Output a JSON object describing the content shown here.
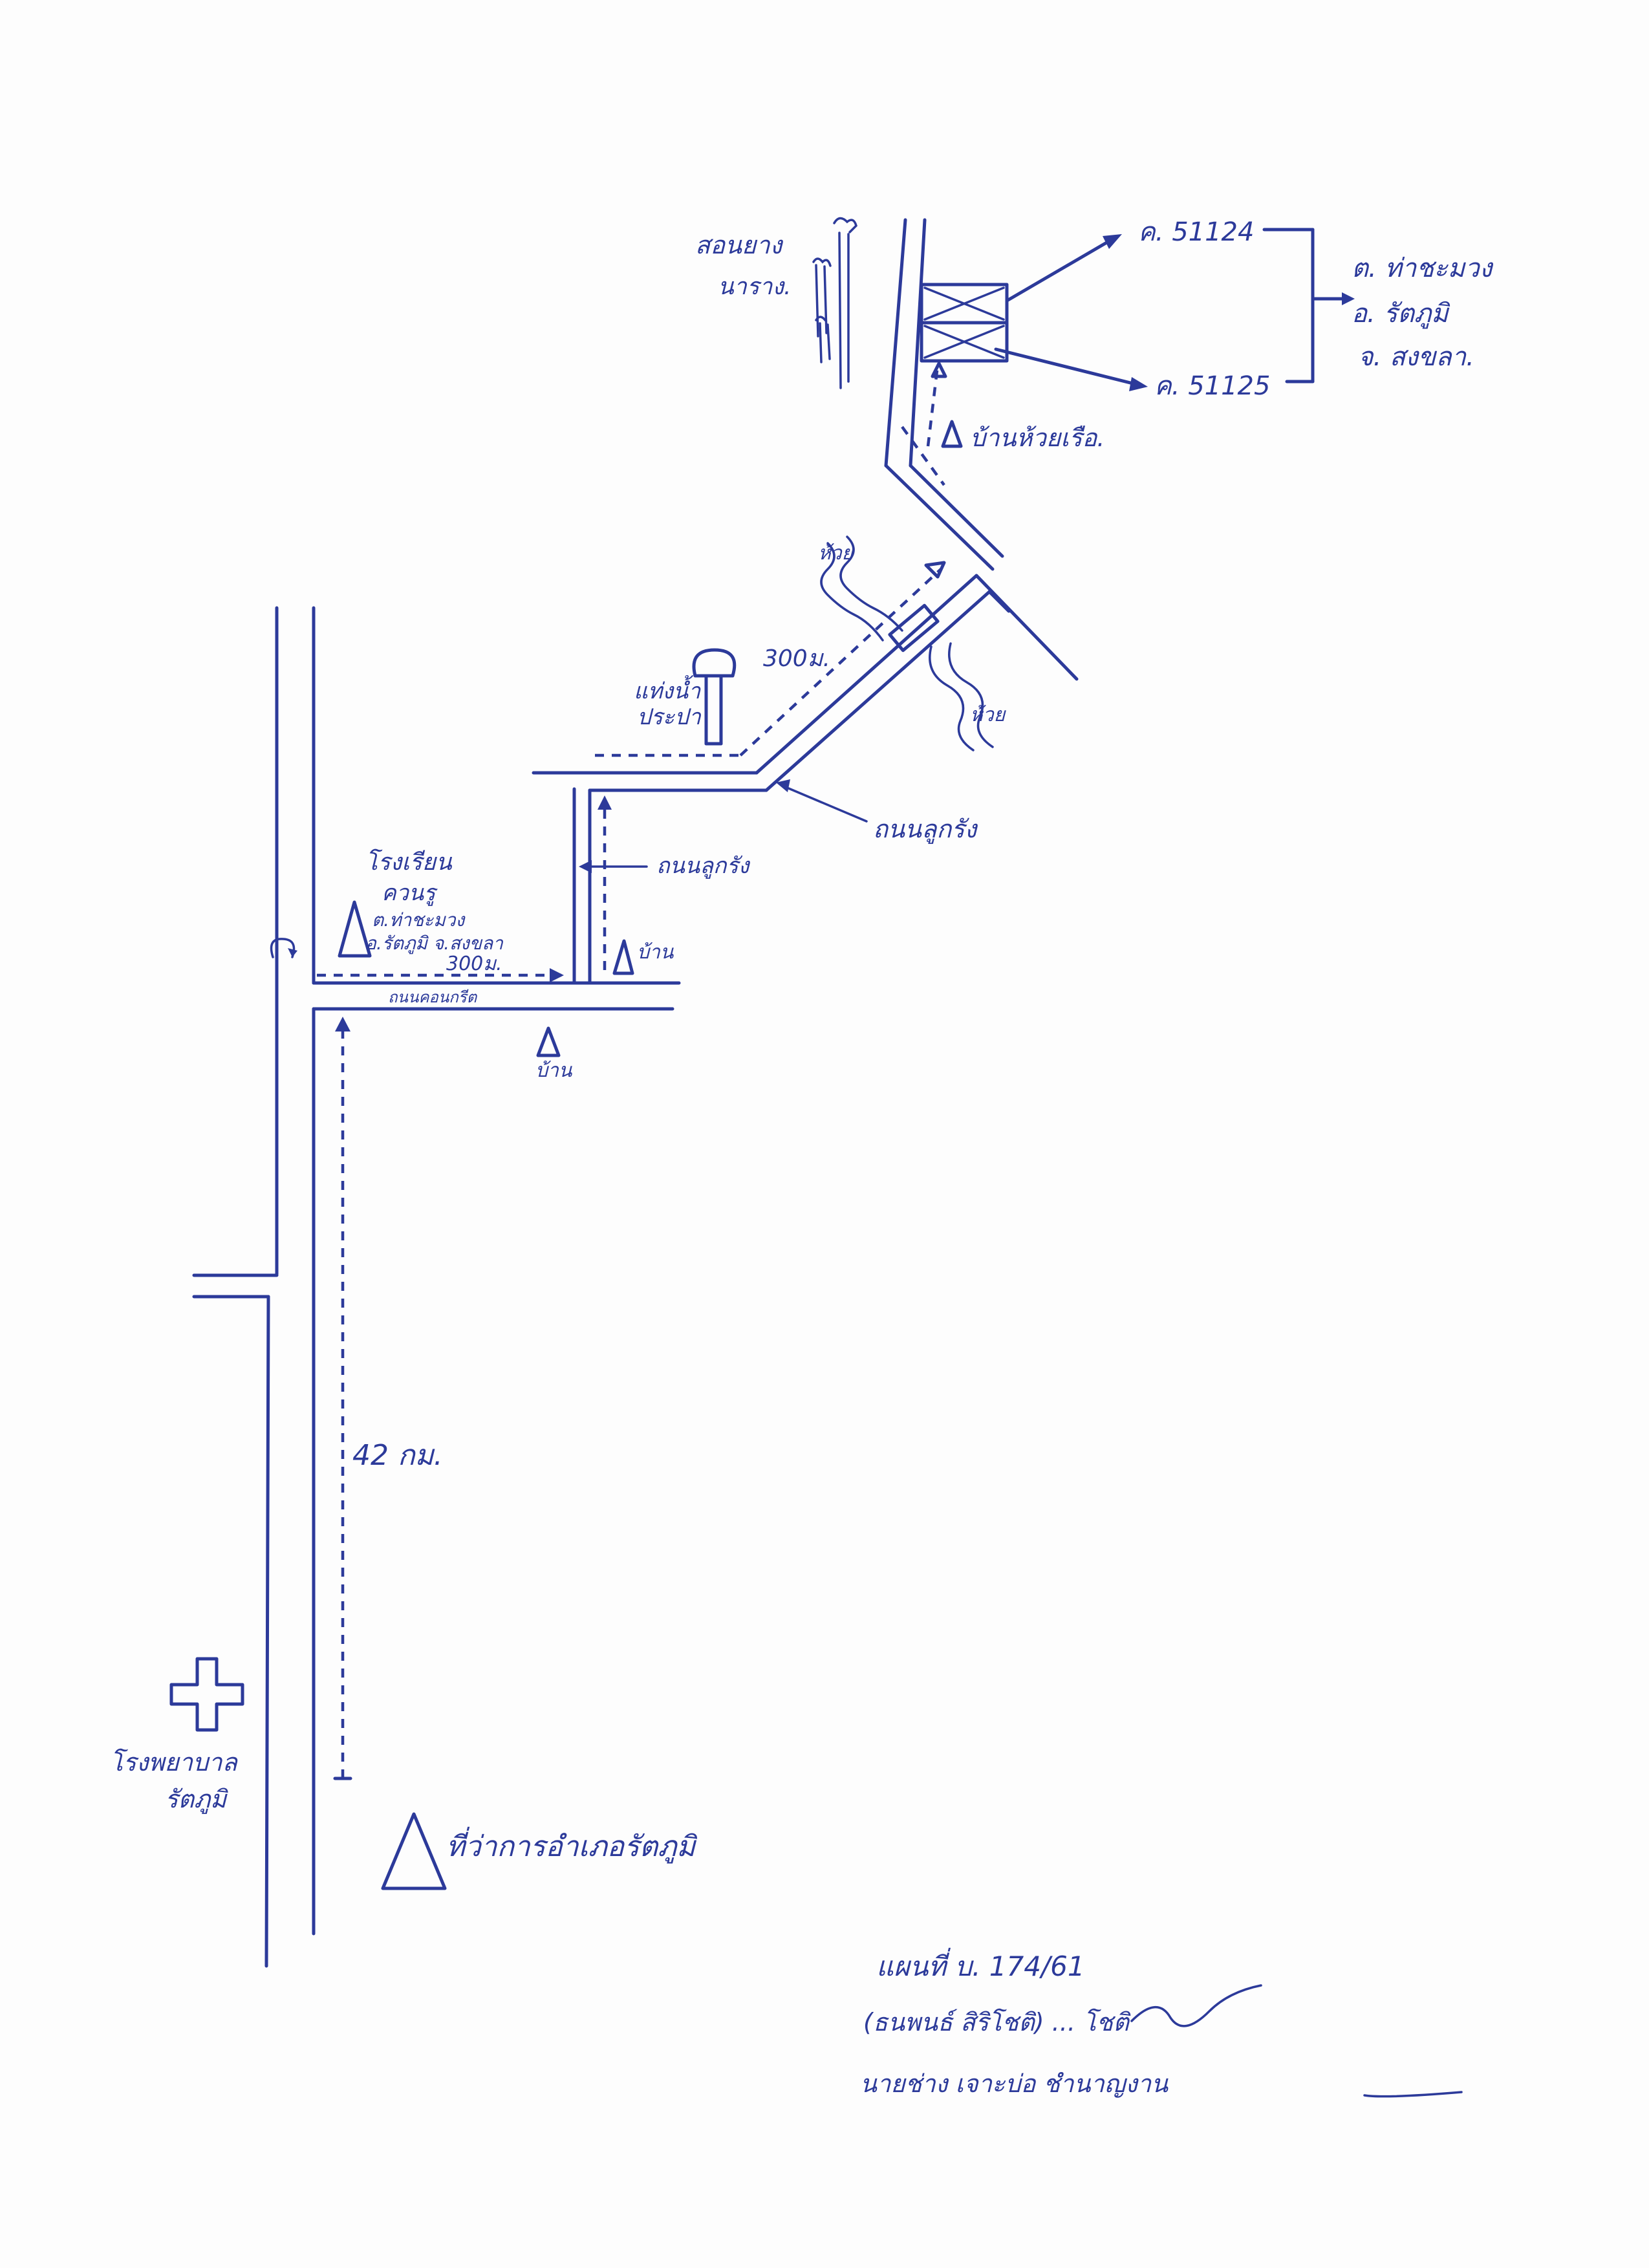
{
  "labels": {
    "well_name": "สอนยาง",
    "well_sub": "นาราง.",
    "well_id_1": "ค. 51124",
    "well_id_2": "ค. 51125",
    "location_1": "ต. ท่าชะมวง",
    "location_2": "อ. รัตภูมิ",
    "location_3": "จ. สงขลา.",
    "house_near_wells": "บ้านห้วยเรือ.",
    "canal_top": "ห้วย",
    "canal_bottom": "ห้วย",
    "water_tower_line1": "แท่งน้ำ",
    "water_tower_line2": "ประปา",
    "distance_300_upper": "300ม.",
    "road_diag": "ถนนลูกรัง",
    "road_vertical": "ถนนลูกรัง",
    "school_line1": "โรงเรียน",
    "school_line2": "ควนรู",
    "school_line3": "ต.ท่าชะมวง",
    "school_line4": "อ.รัตภูมิ จ.สงขลา",
    "distance_300_lower": "300ม.",
    "road_concrete": "ถนนคอนกรีต",
    "house_right": "บ้าน",
    "house_lower": "บ้าน",
    "distance_42": "42 กม.",
    "hospital_line1": "โรงพยาบาล",
    "hospital_line2": "รัตภูมิ",
    "district_office": "ที่ว่าการอำเภอรัตภูมิ",
    "sig_line1": "แผนที่ บ. 174/61",
    "sig_line2": "(ธนพนธ์ สิริโชติ) ... โชติ",
    "sig_line3": "นายช่าง เจาะบ่อ ชำนาญงาน"
  },
  "colors": {
    "ink": "#2c3a9a",
    "paper": "#fdfdfd"
  }
}
